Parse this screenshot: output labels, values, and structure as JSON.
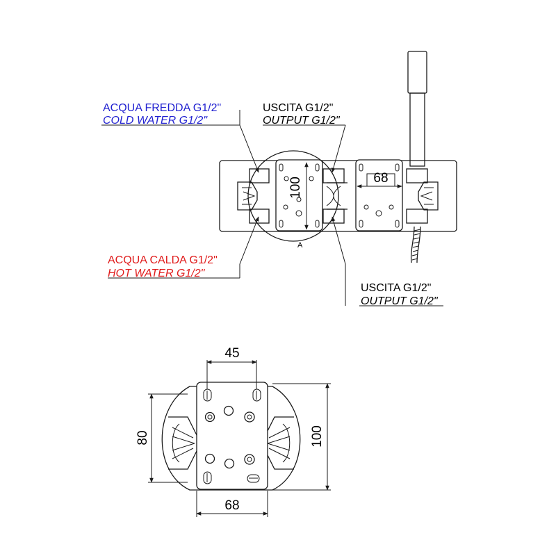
{
  "colors": {
    "cold": "#1f1fd0",
    "hot": "#e01b1b",
    "line": "#1a1a1a"
  },
  "labels": {
    "cold_it": "ACQUA FREDDA G1/2\"",
    "cold_en": "COLD WATER G1/2\"",
    "hot_it": "ACQUA CALDA G1/2\"",
    "hot_en": "HOT WATER G1/2\"",
    "out1_it": "USCITA G1/2\"",
    "out1_en": "OUTPUT G1/2\"",
    "out2_it": "USCITA G1/2\"",
    "out2_en": "OUTPUT G1/2\"",
    "section": "A"
  },
  "dimensions": {
    "top_height": "100",
    "top_width": "68",
    "detail_top": "45",
    "detail_left": "80",
    "detail_right": "100",
    "detail_bottom": "68"
  }
}
